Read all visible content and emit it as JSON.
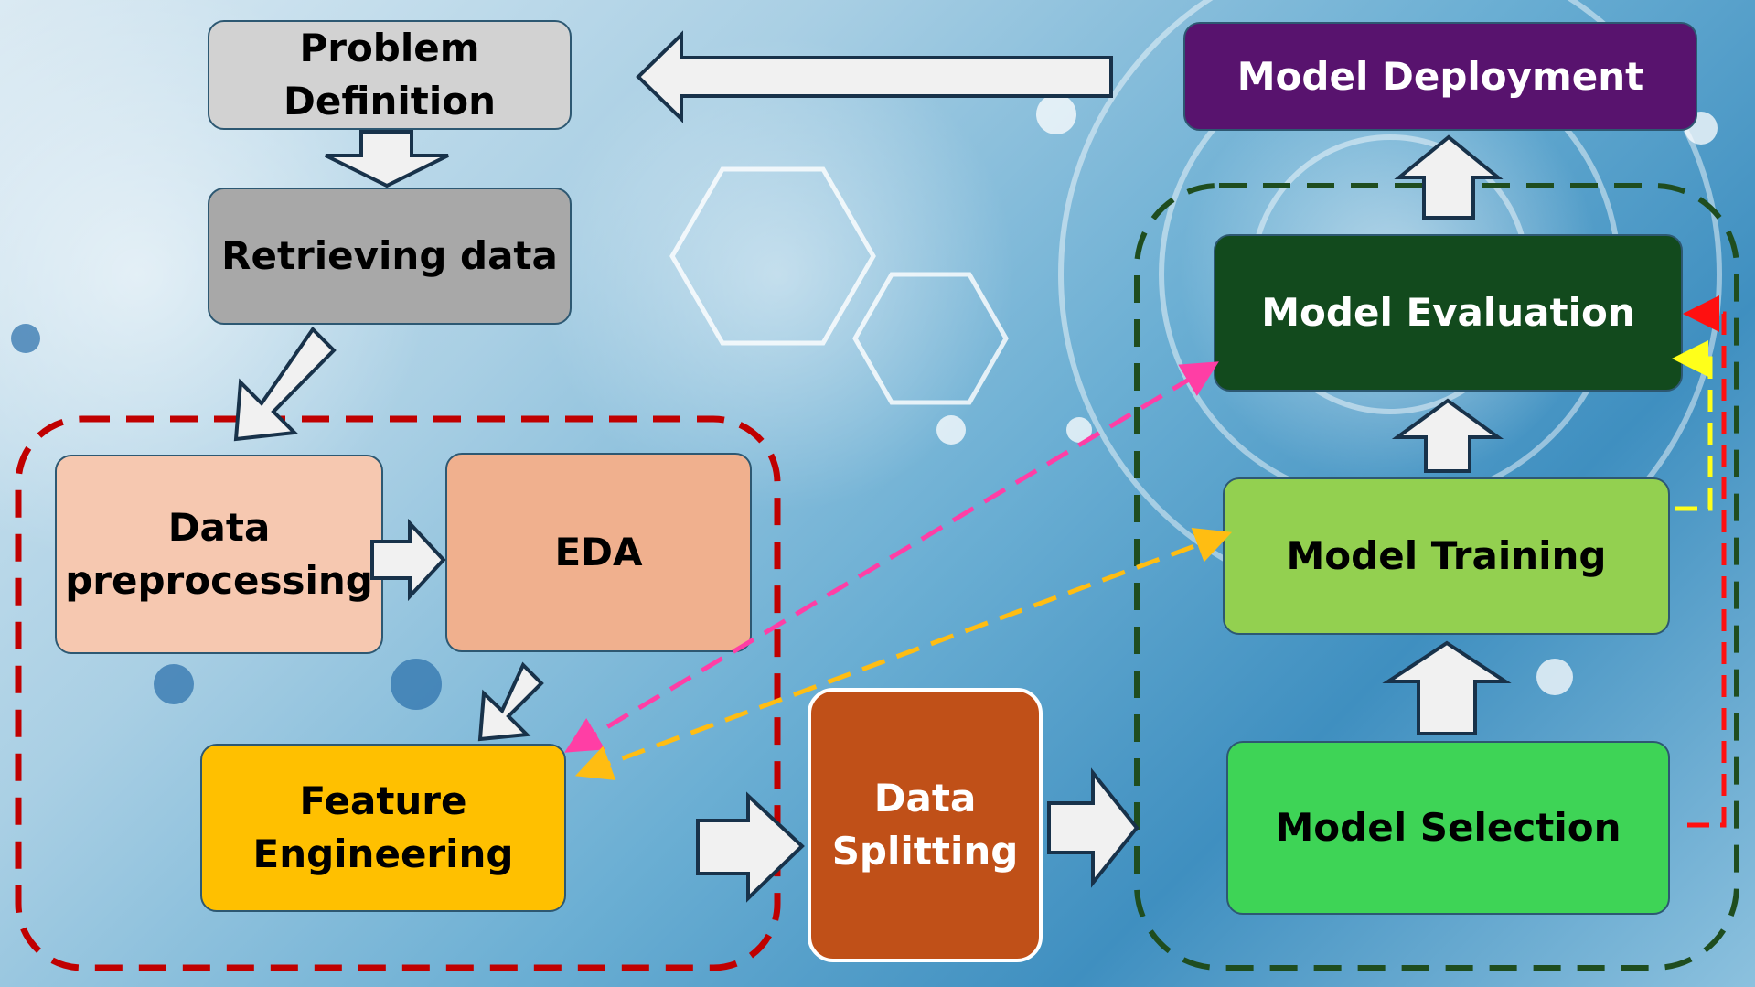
{
  "diagram": {
    "nodes": {
      "problem_definition": {
        "label": "Problem\nDefinition",
        "fill": "#d2d2d2",
        "text_color": "#000000"
      },
      "retrieving_data": {
        "label": "Retrieving data",
        "fill": "#a8a8a8",
        "text_color": "#000000"
      },
      "data_preprocessing": {
        "label": "Data\npreprocessing",
        "fill": "#f6c8b0",
        "text_color": "#000000"
      },
      "eda": {
        "label": "EDA",
        "fill": "#f0b08e",
        "text_color": "#000000"
      },
      "feature_engineering": {
        "label": "Feature\nEngineering",
        "fill": "#ffc000",
        "text_color": "#000000"
      },
      "data_splitting": {
        "label": "Data\nSplitting",
        "fill": "#c05018",
        "text_color": "#ffffff"
      },
      "model_selection": {
        "label": "Model Selection",
        "fill": "#3ed456",
        "text_color": "#000000"
      },
      "model_training": {
        "label": "Model Training",
        "fill": "#93d050",
        "text_color": "#000000"
      },
      "model_evaluation": {
        "label": "Model Evaluation",
        "fill": "#124a1d",
        "text_color": "#ffffff"
      },
      "model_deployment": {
        "label": "Model Deployment",
        "fill": "#58136e",
        "text_color": "#ffffff"
      }
    },
    "edges": [
      {
        "from": "problem_definition",
        "to": "retrieving_data",
        "style": "block-arrow"
      },
      {
        "from": "retrieving_data",
        "to": "data_preprocessing",
        "style": "block-arrow"
      },
      {
        "from": "data_preprocessing",
        "to": "eda",
        "style": "block-arrow"
      },
      {
        "from": "eda",
        "to": "feature_engineering",
        "style": "block-arrow"
      },
      {
        "from": "feature_engineering",
        "to": "data_splitting",
        "style": "block-arrow"
      },
      {
        "from": "data_splitting",
        "to": "model_selection",
        "style": "block-arrow"
      },
      {
        "from": "model_selection",
        "to": "model_training",
        "style": "block-arrow"
      },
      {
        "from": "model_training",
        "to": "model_evaluation",
        "style": "block-arrow"
      },
      {
        "from": "model_evaluation",
        "to": "model_deployment",
        "style": "block-arrow"
      },
      {
        "from": "model_deployment",
        "to": "problem_definition",
        "style": "block-arrow"
      },
      {
        "from": "model_evaluation",
        "to": "feature_engineering",
        "style": "dashed-bidirectional",
        "color": "#ff3ea5"
      },
      {
        "from": "model_training",
        "to": "feature_engineering",
        "style": "dashed-bidirectional",
        "color": "#ffbd12"
      },
      {
        "from": "model_training",
        "to": "model_evaluation",
        "style": "dashed-loop",
        "color": "#ffff1a"
      },
      {
        "from": "model_selection",
        "to": "model_evaluation",
        "style": "dashed-loop",
        "color": "#ff1010"
      }
    ],
    "groups": [
      {
        "name": "data-preparation-group",
        "color": "#c00000",
        "style": "dashed"
      },
      {
        "name": "modeling-group",
        "color": "#1f4d1f",
        "style": "dashed"
      }
    ]
  }
}
